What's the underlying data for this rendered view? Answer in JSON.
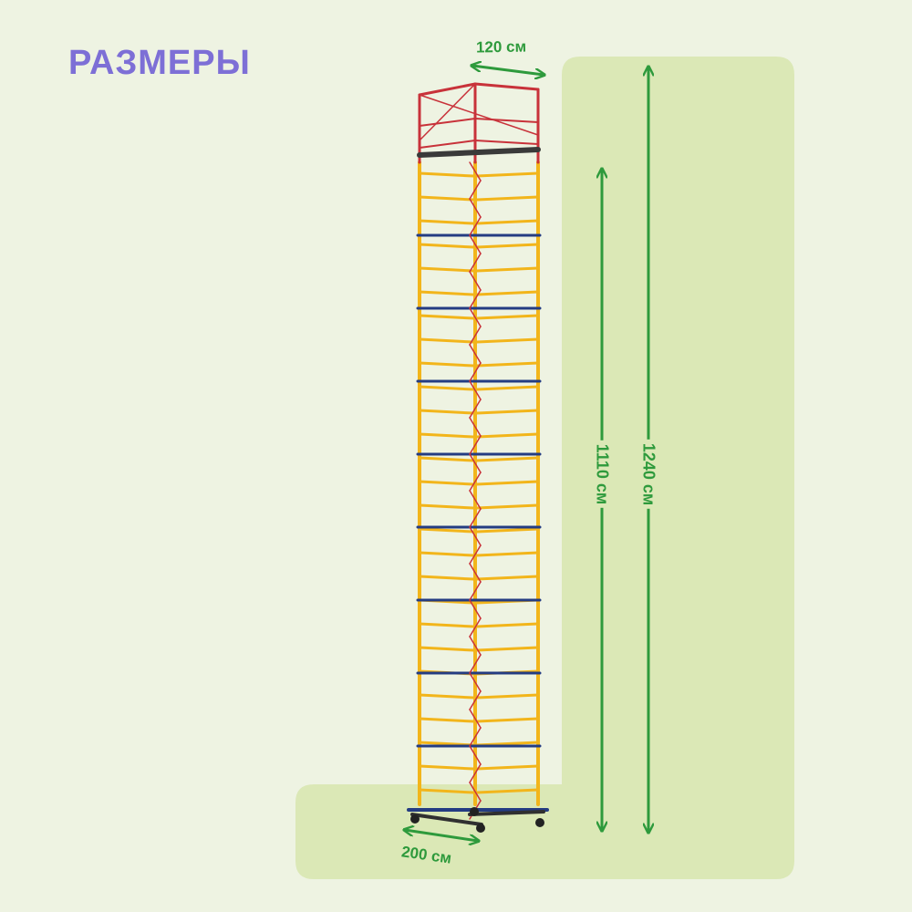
{
  "heading": "РАЗМЕРЫ",
  "dimensions": {
    "width": "120 см",
    "depth": "200 см",
    "working_height": "1110 см",
    "total_height": "1240 см"
  },
  "colors": {
    "background": "#eef3e2",
    "panel": "#dbe8b6",
    "heading": "#7d6fd6",
    "arrow": "#2e9a3c",
    "scaffold_frame": "#f2b51b",
    "scaffold_guardrail": "#c8323a",
    "scaffold_brace": "#243c82"
  }
}
